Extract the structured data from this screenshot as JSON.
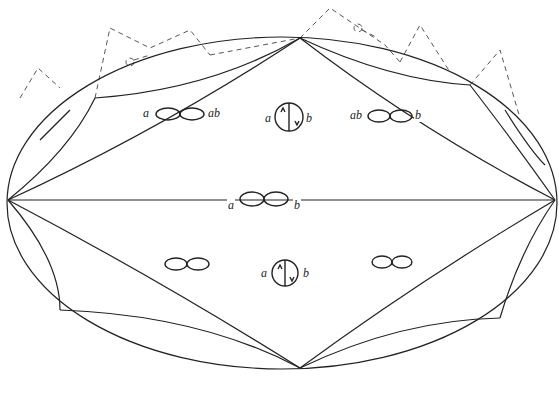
{
  "diagram": {
    "labels": [
      "a",
      "ab",
      "a",
      "b",
      "ab",
      "b",
      "a",
      "b",
      "a",
      "b"
    ]
  }
}
